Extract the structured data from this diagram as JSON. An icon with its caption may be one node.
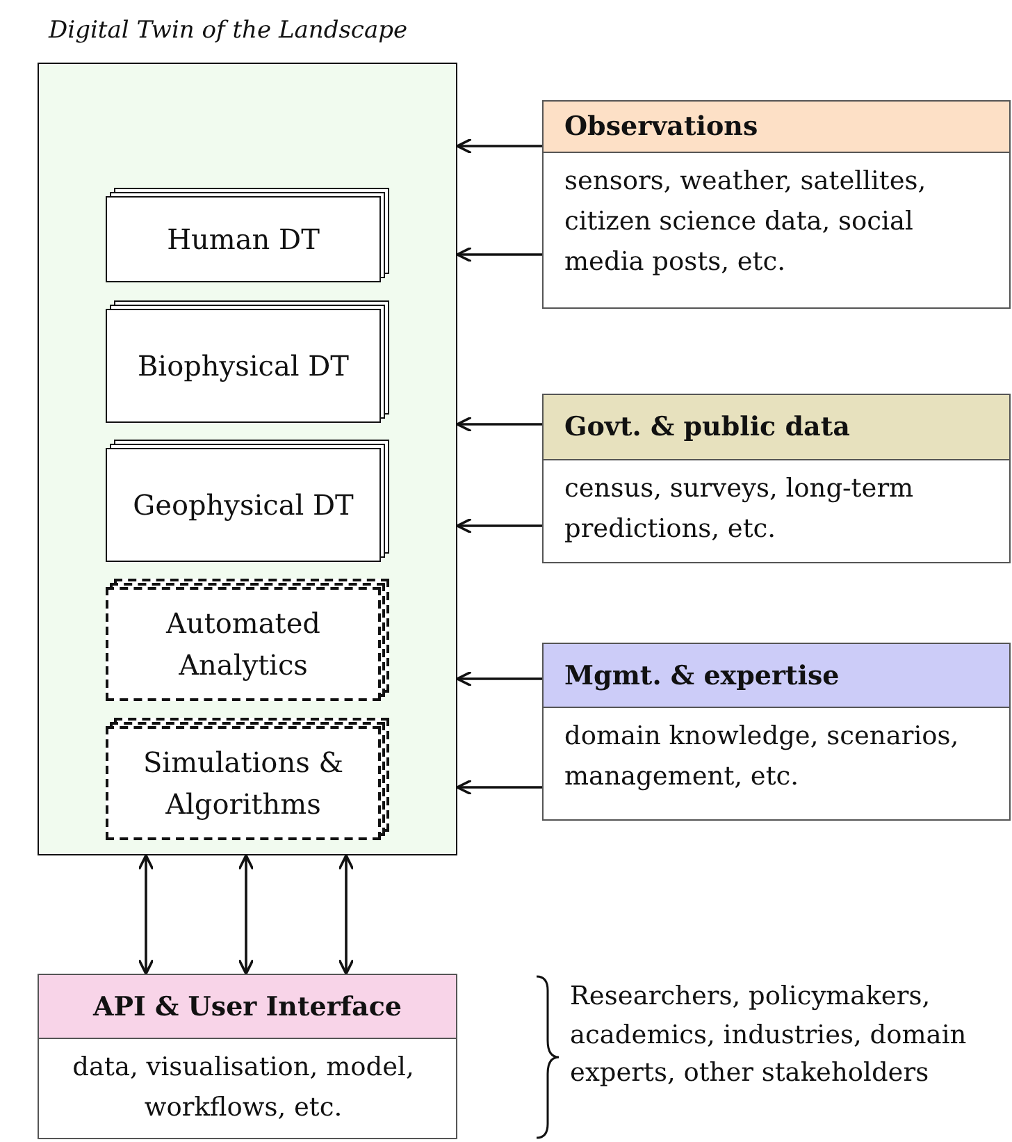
{
  "diagram": {
    "nodes": [
      {
        "text": [
          "Digital Twin of the Landscape"
        ]
      },
      {
        "text": [
          "Human DT"
        ],
        "in": 0
      },
      {
        "text": [
          "Biophysical DT"
        ],
        "in": 0
      },
      {
        "text": [
          "Geophysical DT"
        ],
        "in": 0
      },
      {
        "text": [
          "Automated Analytics"
        ],
        "in": 0
      },
      {
        "text": [
          "Simulations & Algorithms"
        ],
        "in": 0
      },
      {
        "text": [
          "Observations",
          "sensors, weather, satellites, citizen science data, social media posts, etc."
        ]
      },
      {
        "text": [
          "Govt. & public data",
          "census, surveys, long-term predictions, etc."
        ]
      },
      {
        "text": [
          "Mgmt. & expertise",
          "domain knowledge, scenarios, management, etc."
        ]
      },
      {
        "text": [
          "API & User Interface",
          "data, visualisation, model, workflows, etc."
        ]
      }
    ],
    "edges": [
      {
        "from": 6,
        "to": 0,
        "arrow": "to"
      },
      {
        "from": 6,
        "to": 0,
        "arrow": "to"
      },
      {
        "from": 7,
        "to": 0,
        "arrow": "to"
      },
      {
        "from": 7,
        "to": 0,
        "arrow": "to"
      },
      {
        "from": 8,
        "to": 0,
        "arrow": "to"
      },
      {
        "from": 8,
        "to": 0,
        "arrow": "to"
      },
      {
        "from": 0,
        "to": 9,
        "arrow": "both"
      },
      {
        "from": 0,
        "to": 9,
        "arrow": "both"
      },
      {
        "from": 0,
        "to": 9,
        "arrow": "both"
      }
    ],
    "labels": [
      "Researchers, policymakers, academics, industries, domain experts, other stakeholders"
    ]
  }
}
